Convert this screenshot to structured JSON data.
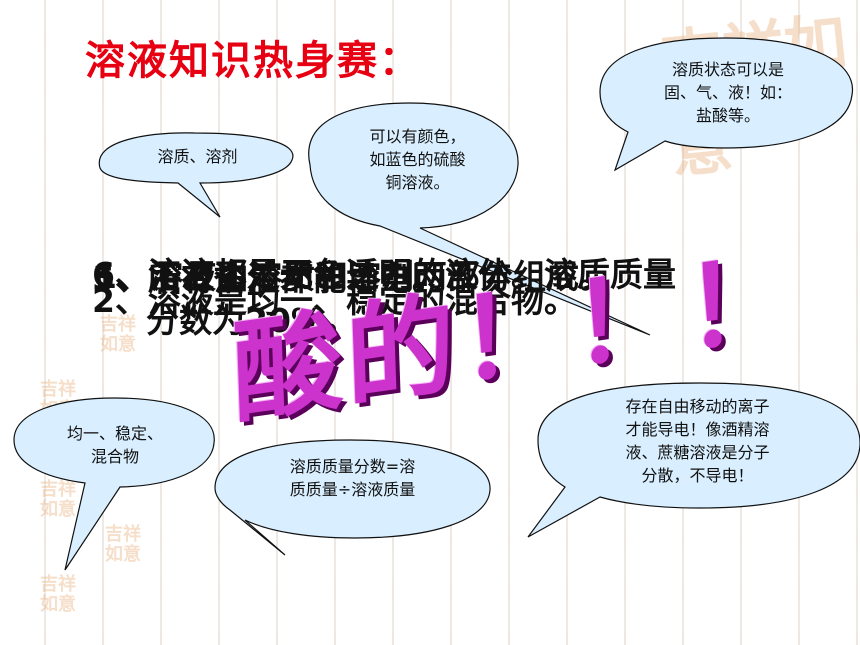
{
  "title": "溶液知识热身赛：",
  "bubbles": {
    "solute_solvent": "溶质、溶剂",
    "color": [
      "可以有颜色，",
      "如蓝色的硫酸",
      "铜溶液。"
    ],
    "state": [
      "溶质状态可以是",
      "固、气、液！如：",
      "盐酸等。"
    ],
    "properties": [
      "均一、稳定、",
      "混合物"
    ],
    "mass_fraction": [
      "溶质质量分数=溶",
      "质质量÷溶液质量"
    ],
    "conductivity": [
      "存在自由移动的离子",
      "才能导电！像酒精溶",
      "液、蔗糖溶液是分子",
      "分散，不导电！"
    ]
  },
  "overlap": {
    "line1": "6、溶液都是无色透明的液体。溶质质量",
    "line1b": "1、溶液由溶质和溶剂两部分组成。",
    "line1c": "5、所有溶液都能导电。",
    "line2": "2、溶液是均一、稳定的混合物。",
    "line3": "分数为20%。"
  },
  "acid_text": "酸的！！！",
  "seal": "吉祥如意"
}
